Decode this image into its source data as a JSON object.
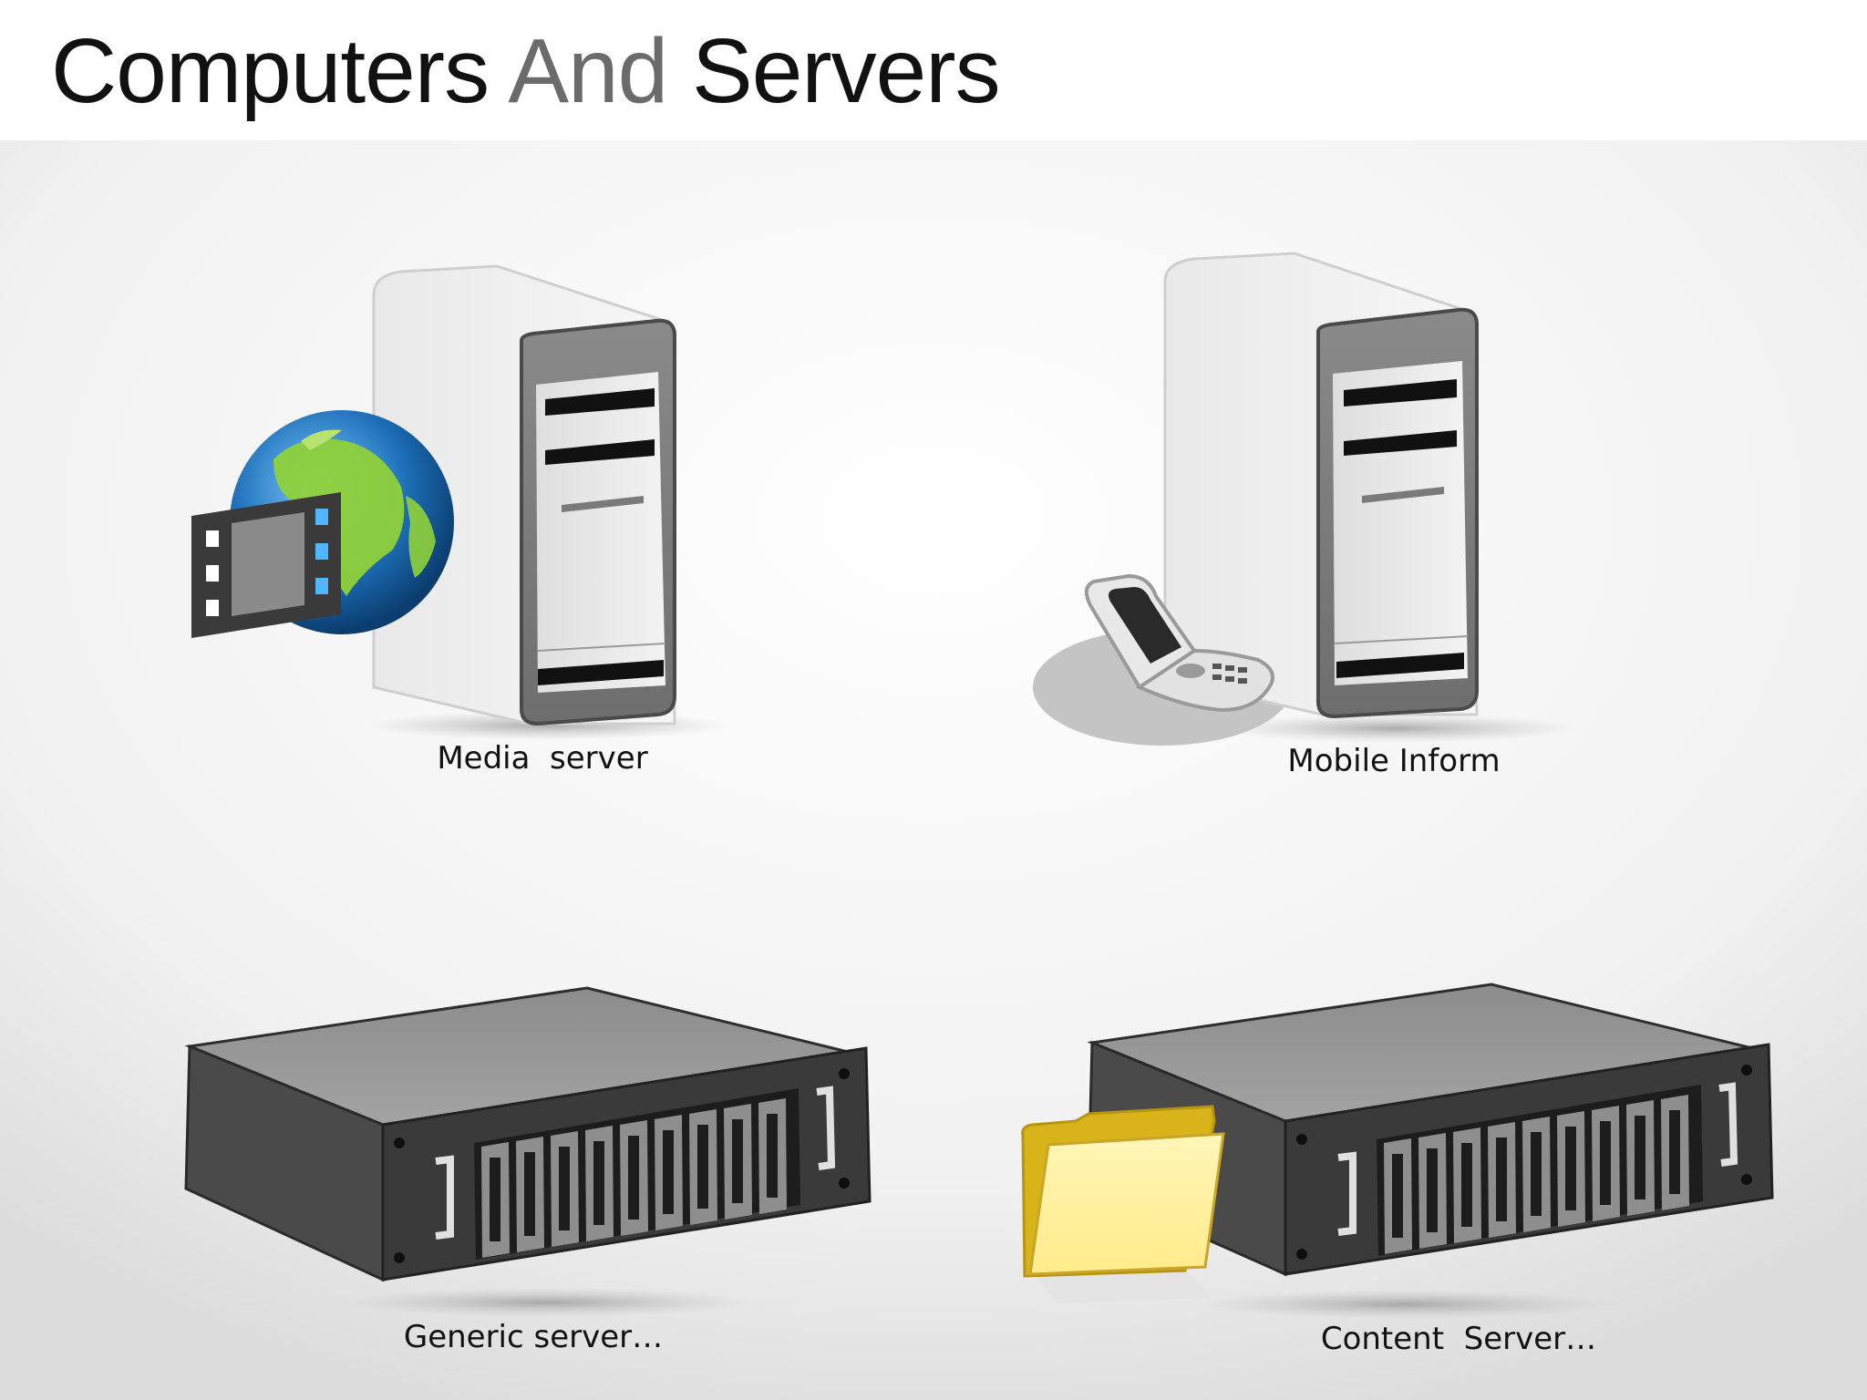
{
  "slide": {
    "title_part1": "Computers ",
    "title_part2": "And",
    "title_part3": " Servers",
    "accent_color": "#6b6b6b"
  },
  "items": [
    {
      "label": "Media  server",
      "icon": "tower-server-with-globe-film-icon"
    },
    {
      "label": "Mobile Inform",
      "icon": "tower-server-with-flip-phone-icon"
    },
    {
      "label": "Generic server…",
      "icon": "rack-server-icon"
    },
    {
      "label": "Content  Server…",
      "icon": "rack-server-with-folder-icon"
    }
  ]
}
